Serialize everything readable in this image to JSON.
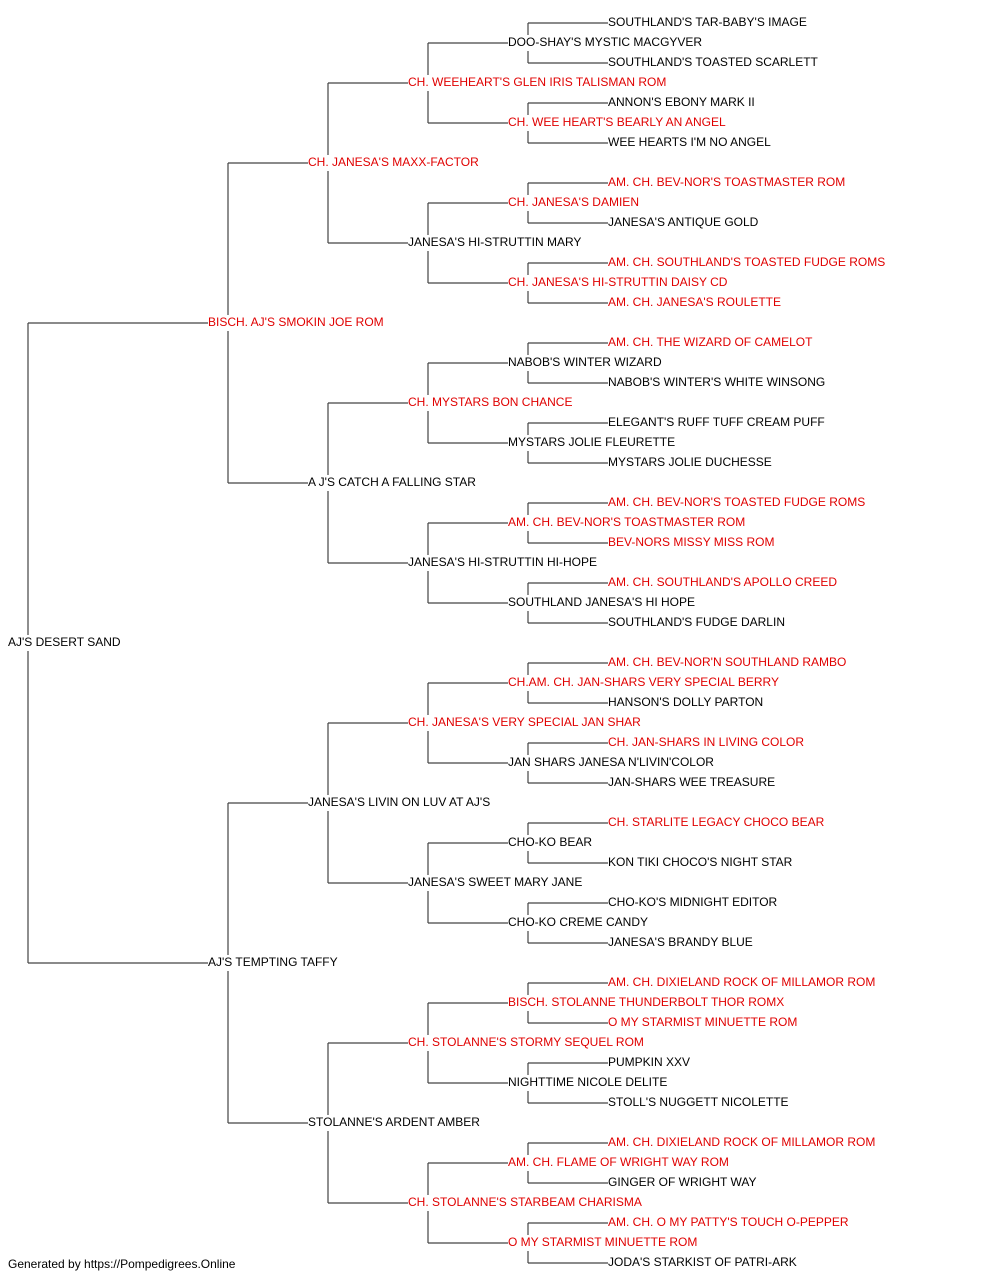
{
  "colors": {
    "champion": "#e00000",
    "normal": "#000000",
    "line": "#444444"
  },
  "footer": "Generated by https://Pompedigrees.Online",
  "pedigree": {
    "name": "AJ'S DESERT SAND",
    "champion": false,
    "sire": {
      "name": "BISCH. AJ'S SMOKIN JOE ROM",
      "champion": true,
      "sire": {
        "name": "CH. JANESA'S MAXX-FACTOR",
        "champion": true,
        "sire": {
          "name": "CH. WEEHEART'S GLEN IRIS TALISMAN ROM",
          "champion": true,
          "sire": {
            "name": "DOO-SHAY'S MYSTIC MACGYVER",
            "champion": false,
            "sire": {
              "name": "SOUTHLAND'S TAR-BABY'S IMAGE",
              "champion": false
            },
            "dam": {
              "name": "SOUTHLAND'S TOASTED SCARLETT",
              "champion": false
            }
          },
          "dam": {
            "name": "CH. WEE HEART'S BEARLY AN ANGEL",
            "champion": true,
            "sire": {
              "name": "ANNON'S EBONY MARK II",
              "champion": false
            },
            "dam": {
              "name": "WEE HEARTS I'M NO ANGEL",
              "champion": false
            }
          }
        },
        "dam": {
          "name": "JANESA'S HI-STRUTTIN MARY",
          "champion": false,
          "sire": {
            "name": "CH. JANESA'S DAMIEN",
            "champion": true,
            "sire": {
              "name": "AM. CH. BEV-NOR'S TOASTMASTER ROM",
              "champion": true
            },
            "dam": {
              "name": "JANESA'S ANTIQUE GOLD",
              "champion": false
            }
          },
          "dam": {
            "name": "CH. JANESA'S HI-STRUTTIN DAISY CD",
            "champion": true,
            "sire": {
              "name": "AM. CH. SOUTHLAND'S TOASTED FUDGE ROMS",
              "champion": true
            },
            "dam": {
              "name": "AM. CH. JANESA'S ROULETTE",
              "champion": true
            }
          }
        }
      },
      "dam": {
        "name": "A J'S CATCH A FALLING STAR",
        "champion": false,
        "sire": {
          "name": "CH. MYSTARS BON CHANCE",
          "champion": true,
          "sire": {
            "name": "NABOB'S WINTER WIZARD",
            "champion": false,
            "sire": {
              "name": "AM. CH. THE WIZARD OF CAMELOT",
              "champion": true
            },
            "dam": {
              "name": "NABOB'S WINTER'S WHITE WINSONG",
              "champion": false
            }
          },
          "dam": {
            "name": "MYSTARS JOLIE FLEURETTE",
            "champion": false,
            "sire": {
              "name": "ELEGANT'S RUFF TUFF CREAM PUFF",
              "champion": false
            },
            "dam": {
              "name": "MYSTARS JOLIE DUCHESSE",
              "champion": false
            }
          }
        },
        "dam": {
          "name": "JANESA'S HI-STRUTTIN HI-HOPE",
          "champion": false,
          "sire": {
            "name": "AM. CH. BEV-NOR'S TOASTMASTER ROM",
            "champion": true,
            "sire": {
              "name": "AM. CH. BEV-NOR'S TOASTED FUDGE ROMS",
              "champion": true
            },
            "dam": {
              "name": "BEV-NORS MISSY MISS ROM",
              "champion": true
            }
          },
          "dam": {
            "name": "SOUTHLAND JANESA'S HI HOPE",
            "champion": false,
            "sire": {
              "name": "AM. CH. SOUTHLAND'S APOLLO CREED",
              "champion": true
            },
            "dam": {
              "name": "SOUTHLAND'S FUDGE DARLIN",
              "champion": false
            }
          }
        }
      }
    },
    "dam": {
      "name": "AJ'S TEMPTING TAFFY",
      "champion": false,
      "sire": {
        "name": "JANESA'S LIVIN ON LUV AT AJ'S",
        "champion": false,
        "sire": {
          "name": "CH. JANESA'S VERY SPECIAL JAN SHAR",
          "champion": true,
          "sire": {
            "name": "CH.AM. CH. JAN-SHARS VERY SPECIAL BERRY",
            "champion": true,
            "sire": {
              "name": "AM. CH. BEV-NOR'N SOUTHLAND RAMBO",
              "champion": true
            },
            "dam": {
              "name": "HANSON'S DOLLY PARTON",
              "champion": false
            }
          },
          "dam": {
            "name": "JAN SHARS JANESA N'LIVIN'COLOR",
            "champion": false,
            "sire": {
              "name": "CH. JAN-SHARS IN LIVING COLOR",
              "champion": true
            },
            "dam": {
              "name": "JAN-SHARS WEE TREASURE",
              "champion": false
            }
          }
        },
        "dam": {
          "name": "JANESA'S SWEET MARY JANE",
          "champion": false,
          "sire": {
            "name": "CHO-KO BEAR",
            "champion": false,
            "sire": {
              "name": "CH. STARLITE LEGACY CHOCO BEAR",
              "champion": true
            },
            "dam": {
              "name": "KON TIKI CHOCO'S NIGHT STAR",
              "champion": false
            }
          },
          "dam": {
            "name": "CHO-KO CREME CANDY",
            "champion": false,
            "sire": {
              "name": "CHO-KO'S MIDNIGHT EDITOR",
              "champion": false
            },
            "dam": {
              "name": "JANESA'S BRANDY BLUE",
              "champion": false
            }
          }
        }
      },
      "dam": {
        "name": "STOLANNE'S ARDENT AMBER",
        "champion": false,
        "sire": {
          "name": "CH. STOLANNE'S STORMY SEQUEL ROM",
          "champion": true,
          "sire": {
            "name": "BISCH. STOLANNE THUNDERBOLT THOR ROMX",
            "champion": true,
            "sire": {
              "name": "AM. CH. DIXIELAND ROCK OF MILLAMOR ROM",
              "champion": true
            },
            "dam": {
              "name": "O MY STARMIST MINUETTE ROM",
              "champion": true
            }
          },
          "dam": {
            "name": "NIGHTTIME NICOLE DELITE",
            "champion": false,
            "sire": {
              "name": "PUMPKIN XXV",
              "champion": false
            },
            "dam": {
              "name": "STOLL'S NUGGETT NICOLETTE",
              "champion": false
            }
          }
        },
        "dam": {
          "name": "CH. STOLANNE'S STARBEAM CHARISMA",
          "champion": true,
          "sire": {
            "name": "AM. CH. FLAME OF WRIGHT WAY ROM",
            "champion": true,
            "sire": {
              "name": "AM. CH. DIXIELAND ROCK OF MILLAMOR ROM",
              "champion": true
            },
            "dam": {
              "name": "GINGER OF WRIGHT WAY",
              "champion": false
            }
          },
          "dam": {
            "name": "O MY STARMIST MINUETTE ROM",
            "champion": true,
            "sire": {
              "name": "AM. CH. O MY PATTY'S TOUCH O-PEPPER",
              "champion": true
            },
            "dam": {
              "name": "JODA'S STARKIST OF PATRI-ARK",
              "champion": false
            }
          }
        }
      }
    }
  }
}
